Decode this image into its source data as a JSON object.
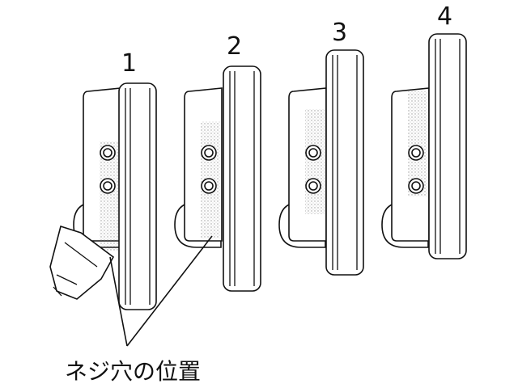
{
  "diagram": {
    "positions": [
      {
        "label": "1"
      },
      {
        "label": "2"
      },
      {
        "label": "3"
      },
      {
        "label": "4"
      }
    ],
    "caption": "ネジ穴の位置",
    "colors": {
      "line": "#111111",
      "fill": "#ffffff",
      "dots": "#9a9a9a"
    }
  }
}
